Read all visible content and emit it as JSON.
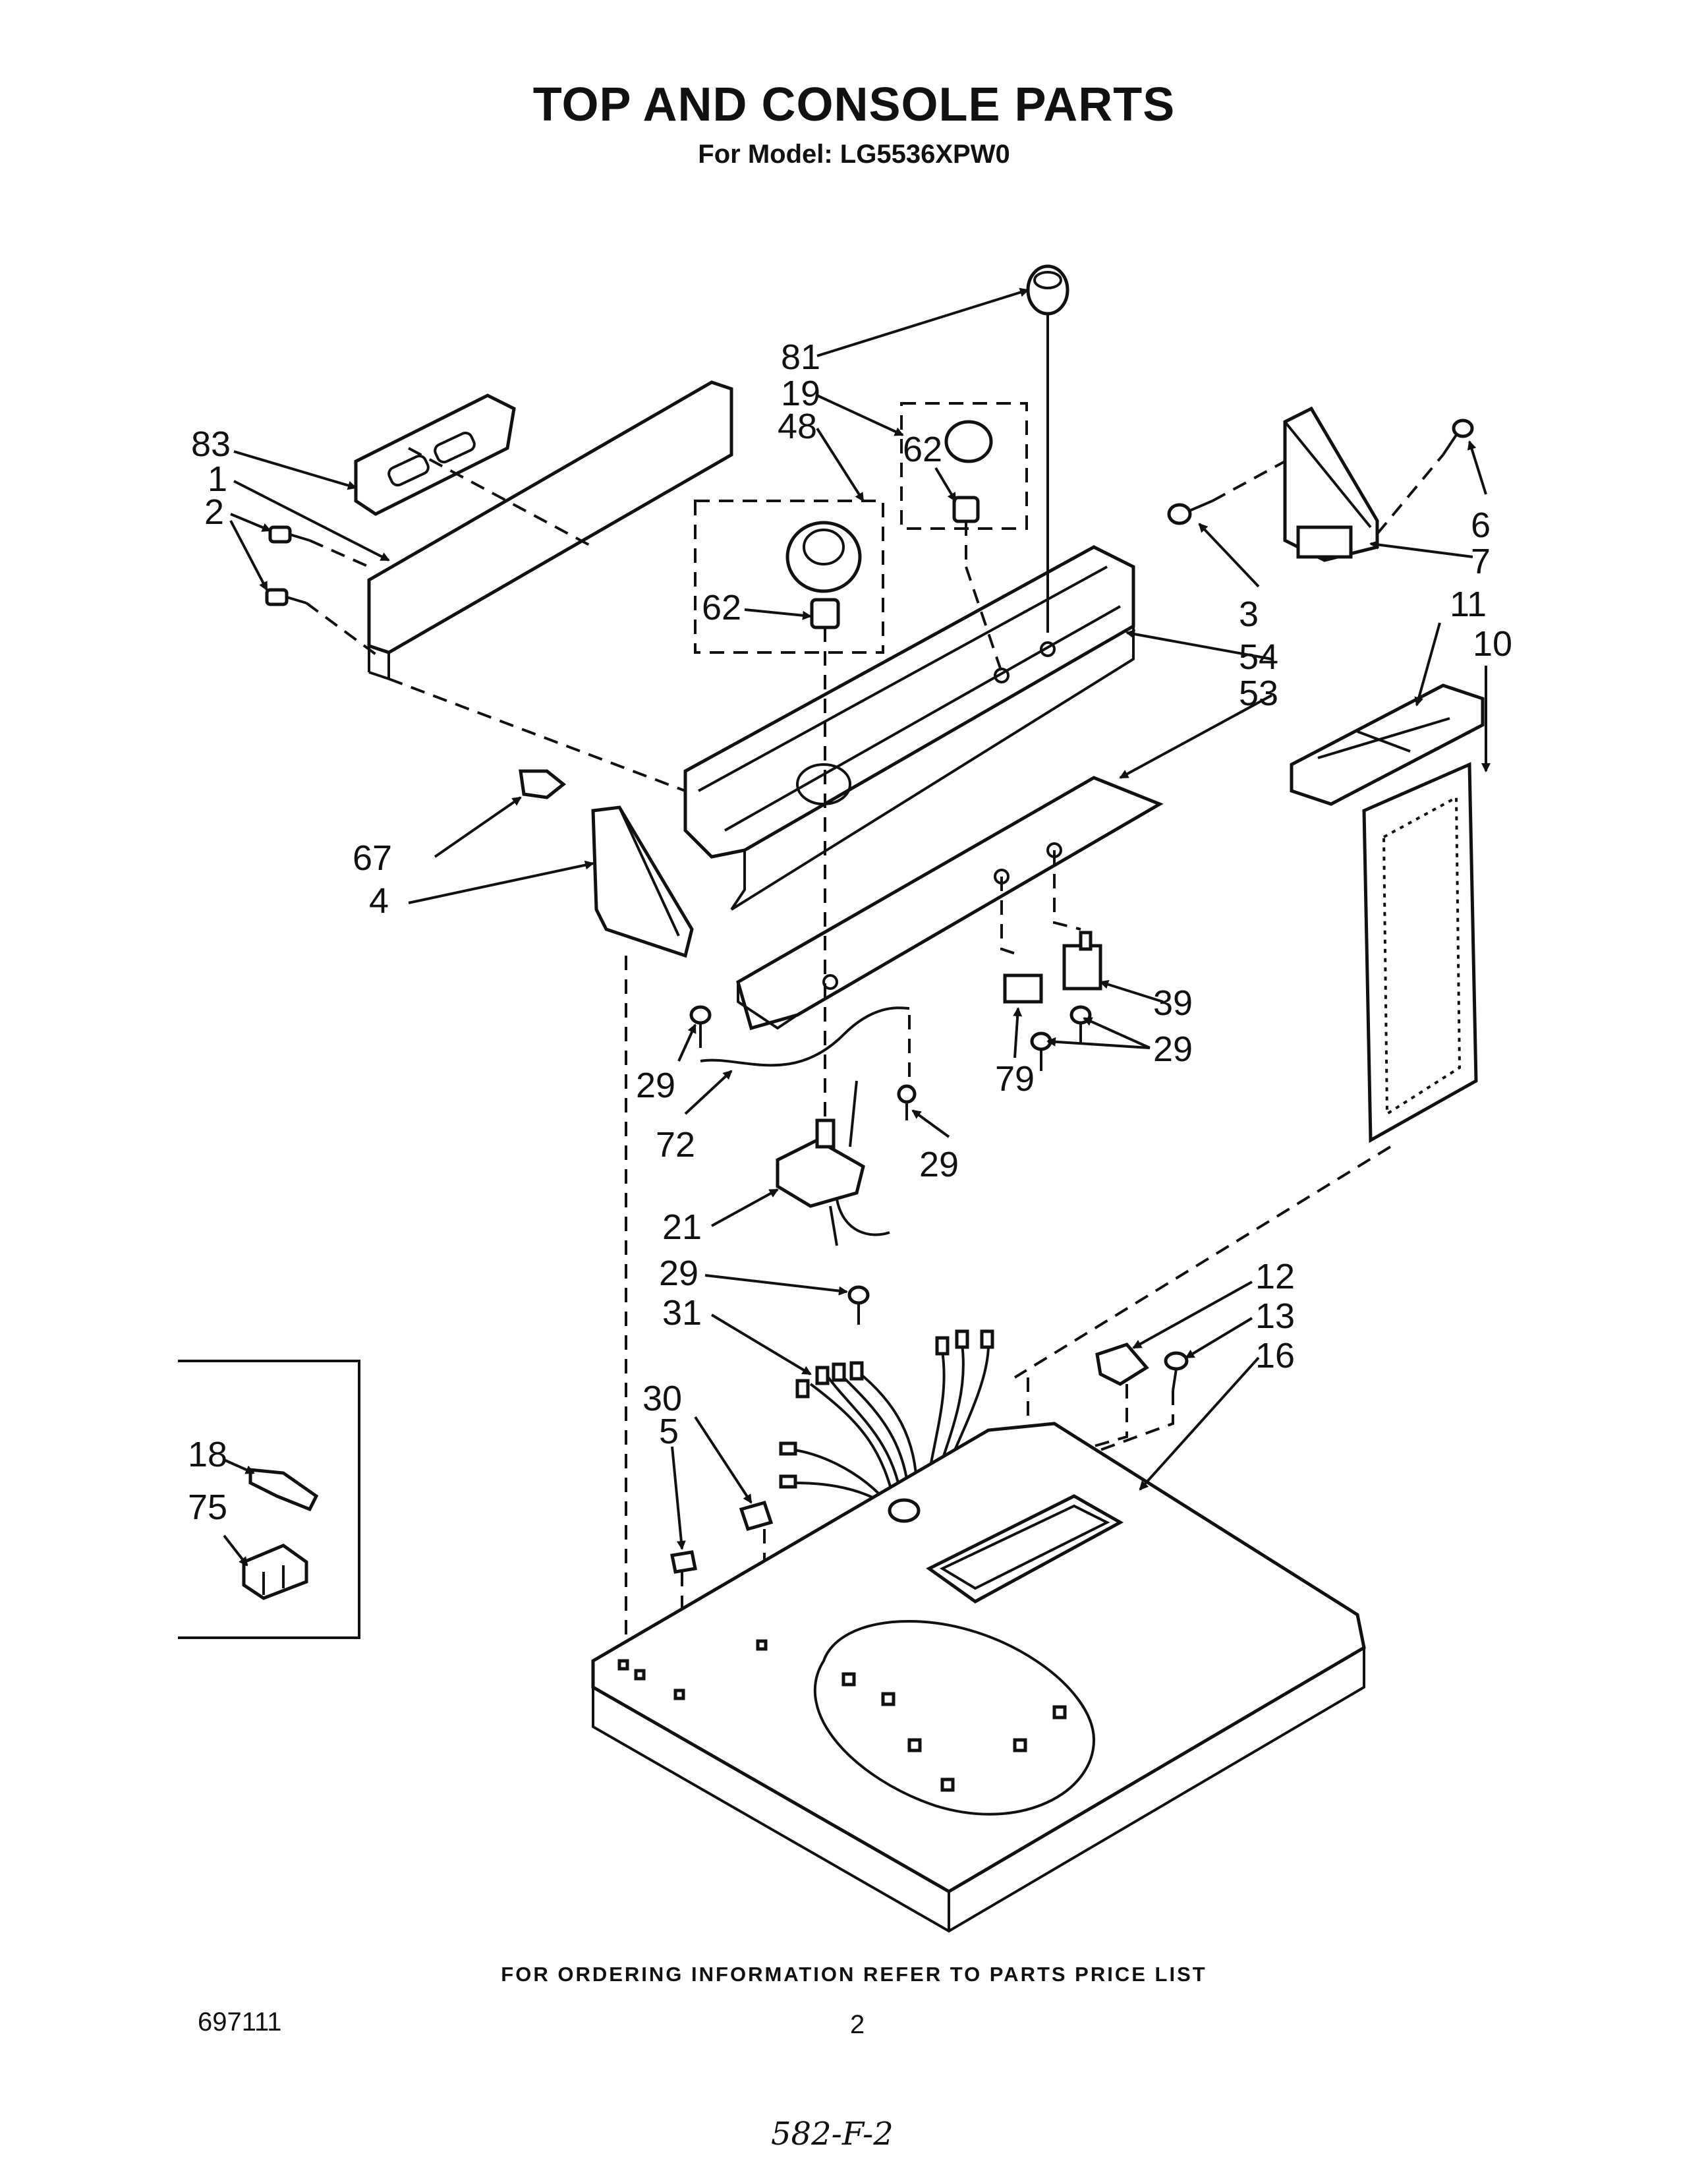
{
  "header": {
    "title": "TOP AND CONSOLE PARTS",
    "subtitle": "For Model: LG5536XPW0"
  },
  "footer": {
    "ordering_note": "FOR ORDERING INFORMATION REFER TO PARTS PRICE LIST",
    "document_number": "697111",
    "page_number": "2",
    "handwritten_note": "582-F-2"
  },
  "callouts": [
    {
      "key": "c81",
      "label": "81"
    },
    {
      "key": "c19",
      "label": "19"
    },
    {
      "key": "c48",
      "label": "48"
    },
    {
      "key": "c62a",
      "label": "62"
    },
    {
      "key": "c62b",
      "label": "62"
    },
    {
      "key": "c83",
      "label": "83"
    },
    {
      "key": "c1",
      "label": "1"
    },
    {
      "key": "c2",
      "label": "2"
    },
    {
      "key": "c6",
      "label": "6"
    },
    {
      "key": "c7",
      "label": "7"
    },
    {
      "key": "c3",
      "label": "3"
    },
    {
      "key": "c54",
      "label": "54"
    },
    {
      "key": "c53",
      "label": "53"
    },
    {
      "key": "c11",
      "label": "11"
    },
    {
      "key": "c10",
      "label": "10"
    },
    {
      "key": "c67",
      "label": "67"
    },
    {
      "key": "c4",
      "label": "4"
    },
    {
      "key": "c39",
      "label": "39"
    },
    {
      "key": "c29a",
      "label": "29"
    },
    {
      "key": "c29b",
      "label": "29"
    },
    {
      "key": "c79",
      "label": "79"
    },
    {
      "key": "c72",
      "label": "72"
    },
    {
      "key": "c29c",
      "label": "29"
    },
    {
      "key": "c21",
      "label": "21"
    },
    {
      "key": "c29d",
      "label": "29"
    },
    {
      "key": "c31",
      "label": "31"
    },
    {
      "key": "c12",
      "label": "12"
    },
    {
      "key": "c13",
      "label": "13"
    },
    {
      "key": "c16",
      "label": "16"
    },
    {
      "key": "c30",
      "label": "30"
    },
    {
      "key": "c5",
      "label": "5"
    },
    {
      "key": "c18",
      "label": "18"
    },
    {
      "key": "c75",
      "label": "75"
    }
  ]
}
